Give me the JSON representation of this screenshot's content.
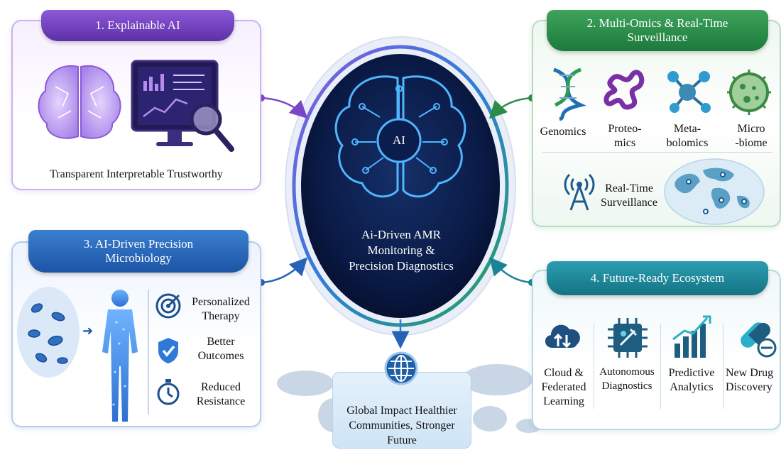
{
  "hub": {
    "inner_label": "AI",
    "title": "Ai-Driven AMR Monitoring & Precision Diagnostics",
    "title_lines": [
      "Ai-Driven AMR",
      "Monitoring &",
      "Precision Diagnostics"
    ]
  },
  "panel1": {
    "title": "1. Explainable AI",
    "caption": "Transparent Interpretable Trustworthy",
    "icons": [
      "brain-icon",
      "monitor-chart-icon",
      "magnifier-icon"
    ],
    "color": "#7b45c8"
  },
  "panel2": {
    "title_lines": [
      "2. Multi-Omics & Real-Time",
      "Surveillance"
    ],
    "items": [
      {
        "label_lines": [
          "Genomics"
        ],
        "icon": "dna-icon"
      },
      {
        "label_lines": [
          "Proteo-",
          "mics"
        ],
        "icon": "protein-icon"
      },
      {
        "label_lines": [
          "Meta-",
          "bolomics"
        ],
        "icon": "molecule-icon"
      },
      {
        "label_lines": [
          "Micro",
          "-biome"
        ],
        "icon": "microbe-icon"
      }
    ],
    "surveillance_lines": [
      "Real-Time",
      "Surveillance"
    ],
    "color": "#2b8c48"
  },
  "panel3": {
    "title_lines": [
      "3. AI-Driven Precision",
      "Microbiology"
    ],
    "items": [
      {
        "label_lines": [
          "Personalized",
          "Therapy"
        ],
        "icon": "target-icon"
      },
      {
        "label_lines": [
          "Better",
          "Outcomes"
        ],
        "icon": "shield-check-icon"
      },
      {
        "label_lines": [
          "Reduced",
          "Resistance"
        ],
        "icon": "stopwatch-icon"
      }
    ],
    "color": "#2563b8"
  },
  "panel4": {
    "title": "4. Future-Ready Ecosystem",
    "items": [
      {
        "label_lines": [
          "Cloud &",
          "Federated",
          "Learning"
        ],
        "icon": "cloud-icon"
      },
      {
        "label_lines": [
          "Autonomous",
          "Diagnostics"
        ],
        "icon": "chip-icon"
      },
      {
        "label_lines": [
          "Predictive",
          "Analytics"
        ],
        "icon": "growth-chart-icon"
      },
      {
        "label_lines": [
          "New Drug",
          "Discovery"
        ],
        "icon": "capsule-icon"
      }
    ],
    "color": "#1a8496"
  },
  "impact": {
    "lines": [
      "Global Impact Healthier",
      "Communities, Stronger",
      "Future"
    ],
    "icon": "globe-icon"
  }
}
